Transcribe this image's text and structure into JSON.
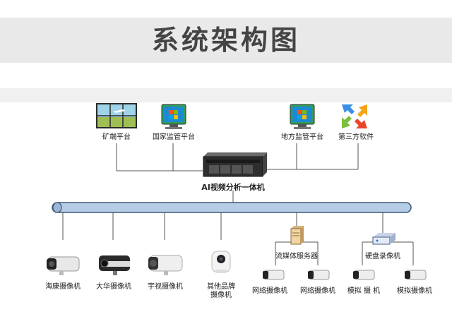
{
  "title": "系统架构图",
  "top_nodes": {
    "mine": "矿端平台",
    "national": "国家监管平台",
    "local": "地方监管平台",
    "third_party": "第三方软件"
  },
  "center_node": "AI视频分析一体机",
  "servers": {
    "streaming": "流媒体服务器",
    "nvr": "硬盘录像机"
  },
  "cameras": [
    "海康摄像机",
    "大华摄像机",
    "宇视摄像机",
    "其他品牌",
    "摄像机",
    "网络摄像机",
    "网络摄像机",
    "模拟 摄 机",
    "模拟摄像机"
  ],
  "colors": {
    "bus": "#b7cce6",
    "bus_stroke": "#3e5876",
    "line": "#555555"
  }
}
